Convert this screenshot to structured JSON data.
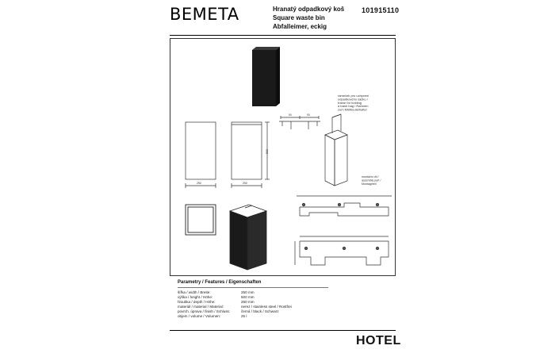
{
  "header": {
    "brand": "BEMETA",
    "title_cz": "Hranatý odpadkový koš",
    "title_en": "Square waste bin",
    "title_de": "Abfalleimer, eckig",
    "product_code": "101915110"
  },
  "drawing": {
    "note_frame": "rámeček pro uchycení odpadkového sáčku / frame for holding a trash bag / Rahmen zum Müllbeutelhalter",
    "note_assembly": "montážní díl / assembly part / Montageteil",
    "dim_width": "250",
    "dim_height": "500",
    "dim_depth": "250",
    "dim_top_a": "90",
    "dim_top_b": "90"
  },
  "params": {
    "heading": "Parametry / Features / Eigenschaften",
    "rows": [
      {
        "label": "šířka / width / Breite:",
        "value": "250 mm"
      },
      {
        "label": "výška / height / Höhe:",
        "value": "500 mm"
      },
      {
        "label": "hloubka / depth / Höhe:",
        "value": "250 mm"
      },
      {
        "label": "materiál / material / Material:",
        "value": "nerez / stainless steel / Rostfrei"
      },
      {
        "label": "povrch. úprava / finish / Schluss:",
        "value": "černá / black / Schwarz"
      },
      {
        "label": "objem / volume / Volumen:",
        "value": "25 l"
      }
    ]
  },
  "footer": {
    "category": "HOTEL"
  },
  "colors": {
    "product": "#1a1a1a",
    "line": "#333333"
  }
}
